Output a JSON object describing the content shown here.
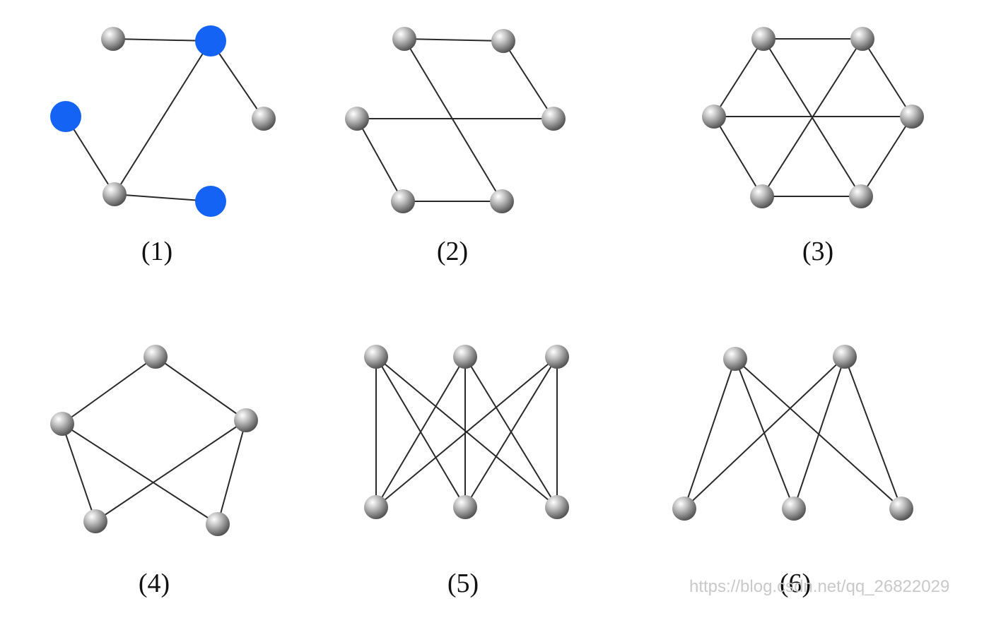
{
  "colors": {
    "edge": "#2a2a2a",
    "node_gray": "#8a8a8a",
    "node_highlight": "#1463f5"
  },
  "graphs": [
    {
      "label": "(1)",
      "nodes": [
        {
          "id": "a",
          "color": "node_gray"
        },
        {
          "id": "b",
          "color": "node_highlight"
        },
        {
          "id": "c",
          "color": "node_highlight"
        },
        {
          "id": "d",
          "color": "node_gray"
        },
        {
          "id": "e",
          "color": "node_gray"
        },
        {
          "id": "f",
          "color": "node_highlight"
        }
      ],
      "edges": [
        [
          "a",
          "b"
        ],
        [
          "b",
          "d"
        ],
        [
          "b",
          "e"
        ],
        [
          "c",
          "e"
        ],
        [
          "e",
          "f"
        ]
      ]
    },
    {
      "label": "(2)",
      "nodes": [
        {
          "id": "a",
          "color": "node_gray"
        },
        {
          "id": "b",
          "color": "node_gray"
        },
        {
          "id": "c",
          "color": "node_gray"
        },
        {
          "id": "d",
          "color": "node_gray"
        },
        {
          "id": "e",
          "color": "node_gray"
        },
        {
          "id": "f",
          "color": "node_gray"
        }
      ],
      "edges": [
        [
          "a",
          "b"
        ],
        [
          "b",
          "d"
        ],
        [
          "c",
          "d"
        ],
        [
          "a",
          "f"
        ],
        [
          "c",
          "e"
        ],
        [
          "e",
          "f"
        ]
      ]
    },
    {
      "label": "(3)",
      "nodes": [
        {
          "id": "a",
          "color": "node_gray"
        },
        {
          "id": "b",
          "color": "node_gray"
        },
        {
          "id": "c",
          "color": "node_gray"
        },
        {
          "id": "d",
          "color": "node_gray"
        },
        {
          "id": "e",
          "color": "node_gray"
        },
        {
          "id": "f",
          "color": "node_gray"
        }
      ],
      "edges": [
        [
          "a",
          "b"
        ],
        [
          "b",
          "d"
        ],
        [
          "d",
          "f"
        ],
        [
          "e",
          "f"
        ],
        [
          "c",
          "e"
        ],
        [
          "a",
          "c"
        ],
        [
          "a",
          "f"
        ],
        [
          "b",
          "e"
        ],
        [
          "c",
          "d"
        ]
      ]
    },
    {
      "label": "(4)",
      "nodes": [
        {
          "id": "a",
          "color": "node_gray"
        },
        {
          "id": "b",
          "color": "node_gray"
        },
        {
          "id": "c",
          "color": "node_gray"
        },
        {
          "id": "d",
          "color": "node_gray"
        },
        {
          "id": "e",
          "color": "node_gray"
        }
      ],
      "edges": [
        [
          "a",
          "b"
        ],
        [
          "a",
          "c"
        ],
        [
          "b",
          "d"
        ],
        [
          "b",
          "e"
        ],
        [
          "c",
          "d"
        ],
        [
          "c",
          "e"
        ]
      ]
    },
    {
      "label": "(5)",
      "nodes": [
        {
          "id": "t1",
          "color": "node_gray"
        },
        {
          "id": "t2",
          "color": "node_gray"
        },
        {
          "id": "t3",
          "color": "node_gray"
        },
        {
          "id": "b1",
          "color": "node_gray"
        },
        {
          "id": "b2",
          "color": "node_gray"
        },
        {
          "id": "b3",
          "color": "node_gray"
        }
      ],
      "edges": [
        [
          "t1",
          "b1"
        ],
        [
          "t1",
          "b2"
        ],
        [
          "t1",
          "b3"
        ],
        [
          "t2",
          "b1"
        ],
        [
          "t2",
          "b2"
        ],
        [
          "t2",
          "b3"
        ],
        [
          "t3",
          "b1"
        ],
        [
          "t3",
          "b2"
        ],
        [
          "t3",
          "b3"
        ]
      ]
    },
    {
      "label": "(6)",
      "nodes": [
        {
          "id": "t1",
          "color": "node_gray"
        },
        {
          "id": "t2",
          "color": "node_gray"
        },
        {
          "id": "b1",
          "color": "node_gray"
        },
        {
          "id": "b2",
          "color": "node_gray"
        },
        {
          "id": "b3",
          "color": "node_gray"
        }
      ],
      "edges": [
        [
          "t1",
          "b1"
        ],
        [
          "t1",
          "b2"
        ],
        [
          "t1",
          "b3"
        ],
        [
          "t2",
          "b1"
        ],
        [
          "t2",
          "b2"
        ],
        [
          "t2",
          "b3"
        ]
      ]
    }
  ],
  "watermark": "https://blog.csdn.net/qq_26822029"
}
